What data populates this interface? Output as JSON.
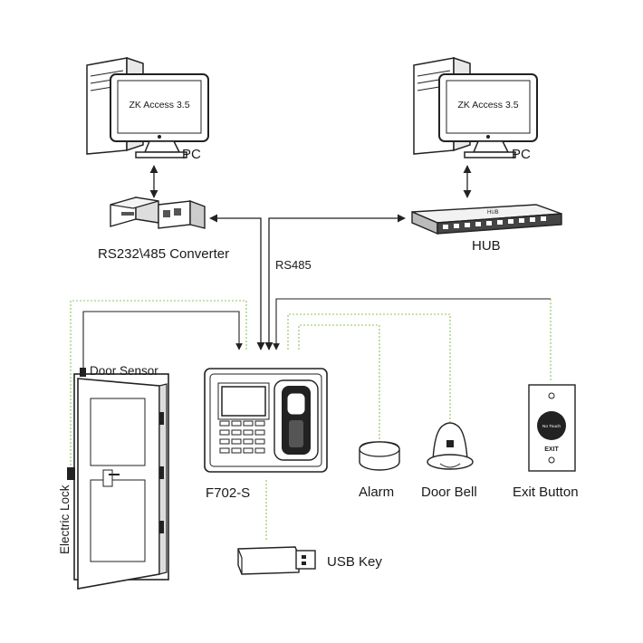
{
  "pc_left": {
    "screen_text": "ZK Access 3.5",
    "label": "PC"
  },
  "pc_right": {
    "screen_text": "ZK Access 3.5",
    "label": "PC"
  },
  "converter": {
    "label": "RS232\\485 Converter"
  },
  "hub": {
    "label": "HUB",
    "device_text": "HUB"
  },
  "bus": {
    "label": "RS485"
  },
  "door_sensor": {
    "label": "Door Sensor"
  },
  "electric_lock": {
    "label": "Electric Lock"
  },
  "terminal": {
    "label": "F702-S"
  },
  "alarm": {
    "label": "Alarm"
  },
  "door_bell": {
    "label": "Door Bell"
  },
  "exit_button": {
    "label": "Exit Button",
    "face_text": "No Touch",
    "exit_text": "EXIT"
  },
  "usb_key": {
    "label": "USB Key"
  },
  "colors": {
    "wire_dashed": "#8dc45a",
    "line": "#222222"
  }
}
